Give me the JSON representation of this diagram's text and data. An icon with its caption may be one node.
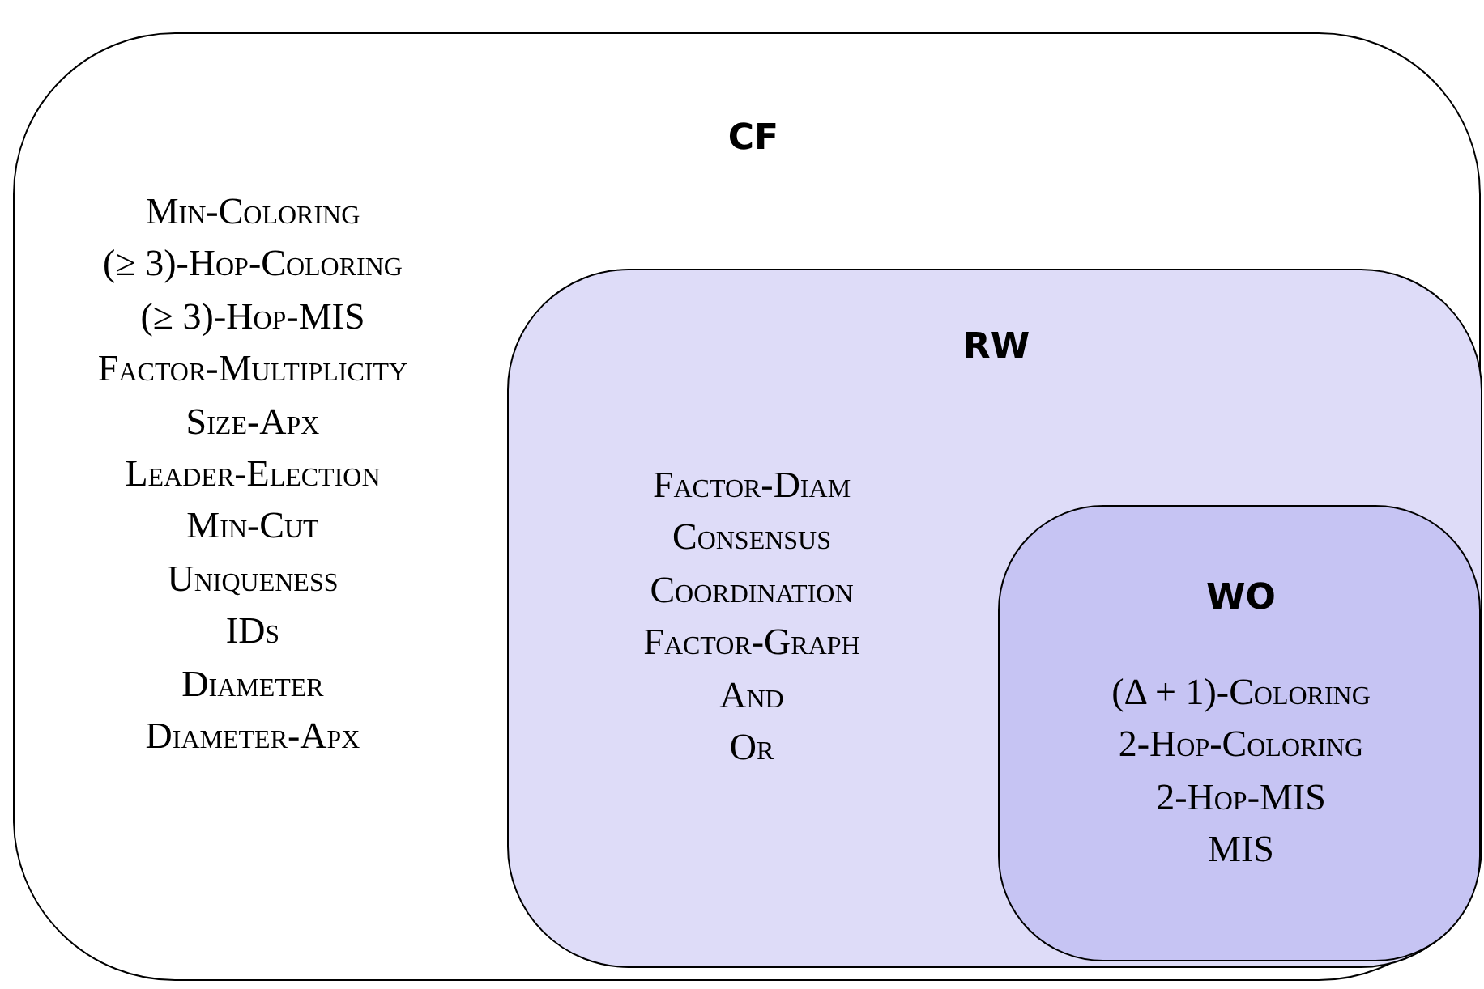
{
  "diagram": {
    "nodes": [
      {
        "text": [
          "CF",
          "Min-Coloring",
          "(≥ 3)-Hop-Coloring",
          "(≥ 3)-Hop-MIS",
          "Factor-Multiplicity",
          "Size-Apx",
          "Leader-Election",
          "Min-Cut",
          "Uniqueness",
          "IDs",
          "Diameter",
          "Diameter-Apx"
        ]
      },
      {
        "text": [
          "RW",
          "Factor-Diam",
          "Consensus",
          "Coordination",
          "Factor-Graph",
          "And",
          "Or"
        ],
        "in": 0
      },
      {
        "text": [
          "WO",
          "(Δ + 1)-Coloring",
          "2-Hop-Coloring",
          "2-Hop-MIS",
          "MIS"
        ],
        "in": 1
      }
    ]
  }
}
